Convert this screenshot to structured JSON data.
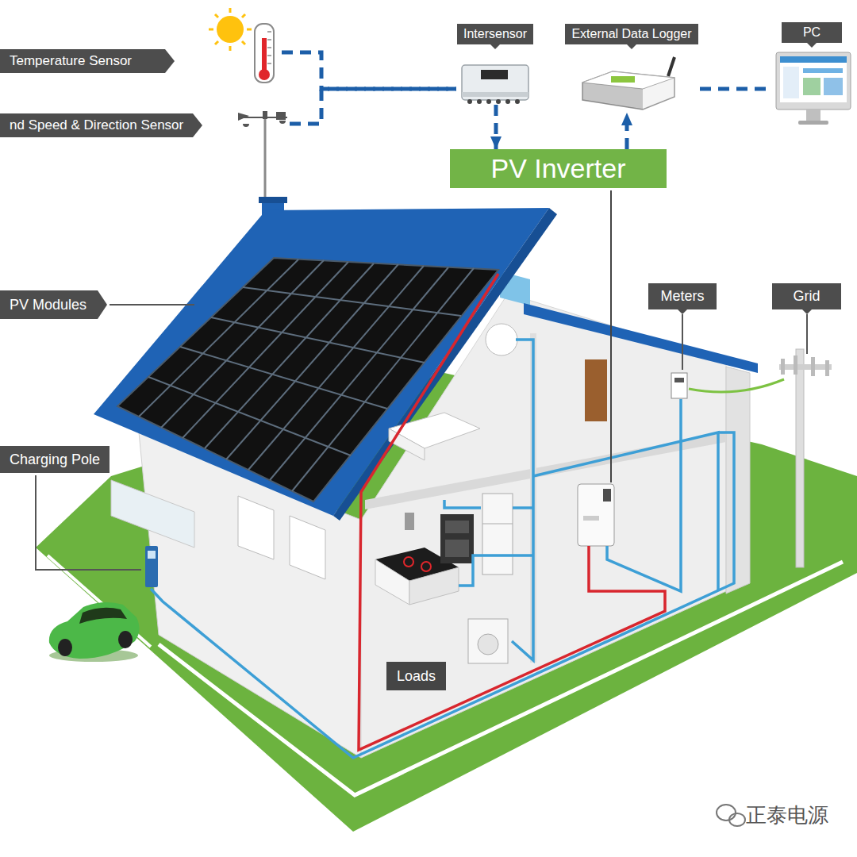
{
  "diagram": {
    "nodes": [
      {
        "text": [
          "Temperature Sensor"
        ]
      },
      {
        "text": [
          "nd Speed & Direction Sensor"
        ]
      },
      {
        "text": [
          "Intersensor"
        ]
      },
      {
        "text": [
          "External Data Logger"
        ]
      },
      {
        "text": [
          "PC"
        ]
      },
      {
        "text": [
          "PV Inverter"
        ]
      },
      {
        "text": [
          "PV Modules"
        ]
      },
      {
        "text": [
          "Charging Pole"
        ]
      },
      {
        "text": [
          "Meters"
        ]
      },
      {
        "text": [
          "Grid"
        ]
      },
      {
        "text": [
          "Loads"
        ]
      }
    ],
    "edges": [
      {
        "from": 0,
        "to": 2,
        "arrow": "none"
      },
      {
        "from": 1,
        "to": 2,
        "arrow": "none"
      },
      {
        "from": 2,
        "to": 5,
        "arrow": "to"
      },
      {
        "from": 5,
        "to": 3,
        "arrow": "to"
      },
      {
        "from": 3,
        "to": 4,
        "arrow": "none"
      }
    ],
    "labels": [
      "正泰电源"
    ]
  }
}
